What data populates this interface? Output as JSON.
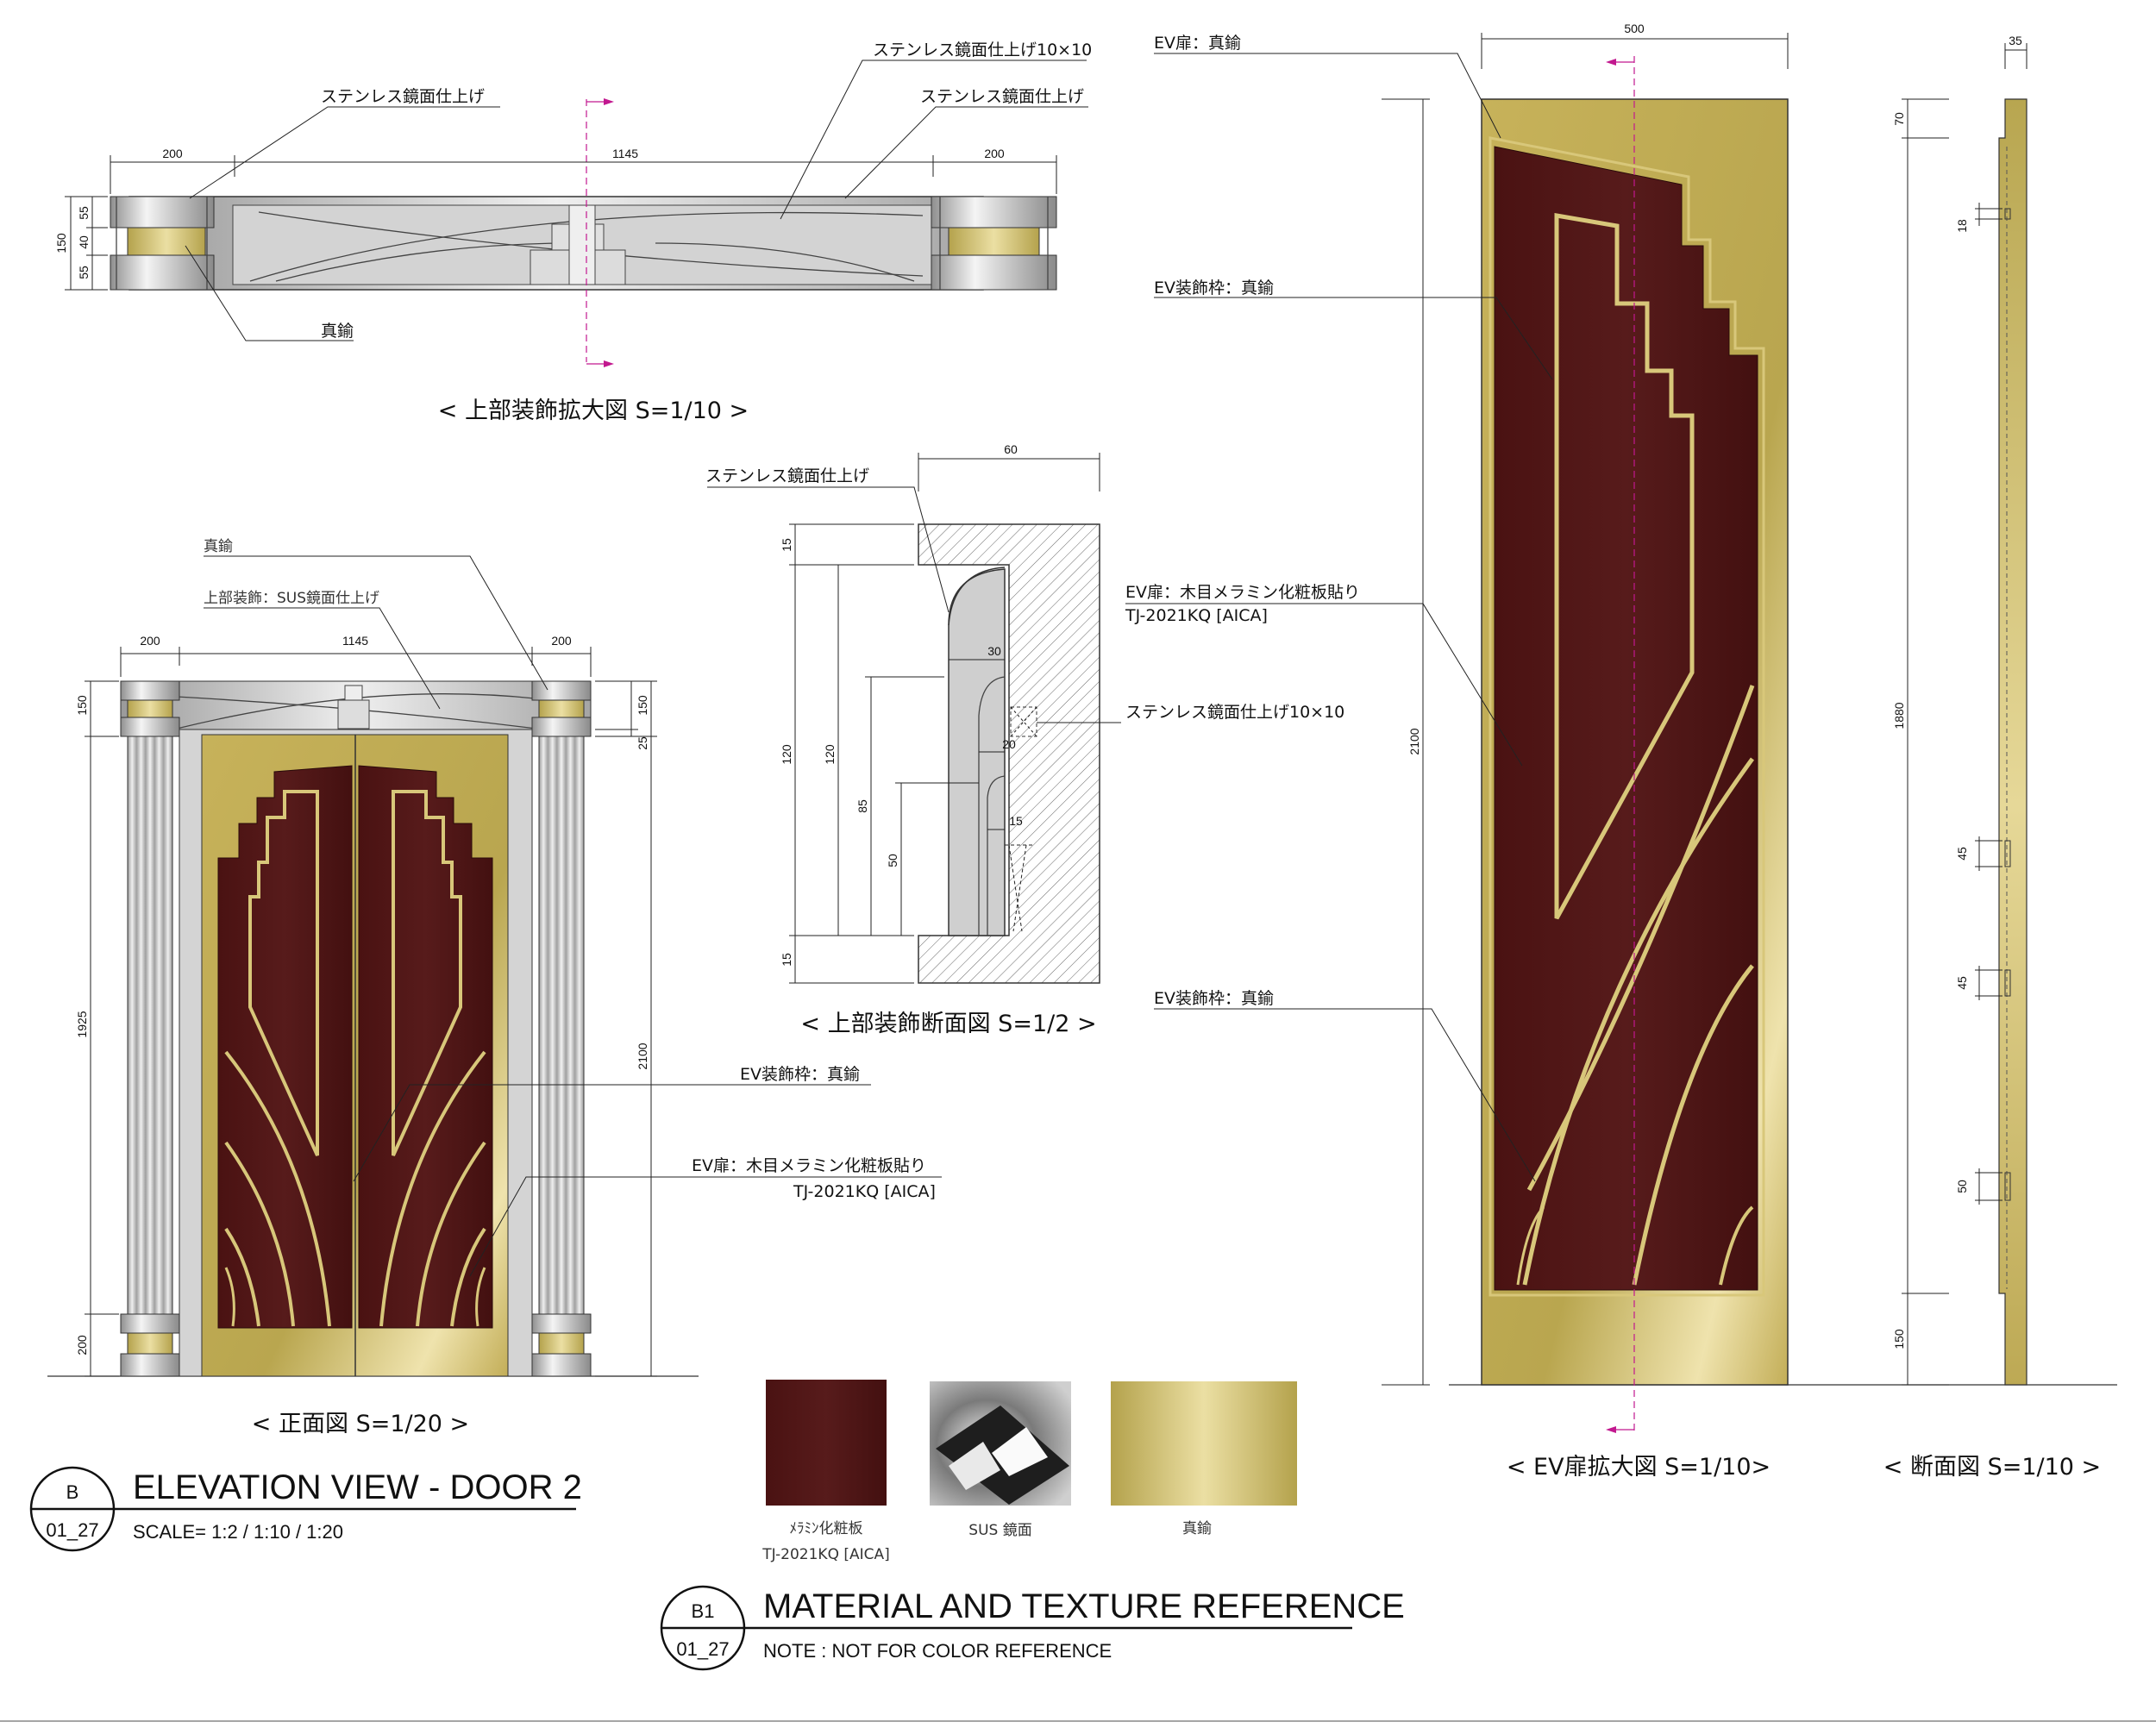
{
  "colors": {
    "wood": "#4e1414",
    "brass": "#c2b160",
    "brass_light": "#e8dc9d",
    "steel": "#c9c9c9",
    "steel_dark": "#8f8f8f",
    "line": "#222222",
    "leader": "#555555",
    "magenta": "#c2188f"
  },
  "top_detail": {
    "caption": "< 上部装飾拡大図 S=1/10 >",
    "labels": {
      "sus1": "ステンレス鏡面仕上げ",
      "sus_flat": "ステンレス鏡面仕上げ10×10",
      "sus2": "ステンレス鏡面仕上げ",
      "brass": "真鍮"
    },
    "dims": {
      "w_left": "200",
      "w_mid": "1145",
      "w_right": "200",
      "h_total": "150",
      "h1": "55",
      "h2": "40",
      "h3": "55"
    }
  },
  "front": {
    "caption": "< 正面図 S=1/20 >",
    "labels": {
      "brass": "真鍮",
      "upper": "上部装飾：SUS鏡面仕上げ",
      "frame": "EV装飾枠：真鍮",
      "door": "EV扉：木目メラミン化粧板貼り",
      "door_code": "TJ-2021KQ [AICA]"
    },
    "dims": {
      "w_left": "200",
      "w_mid": "1145",
      "w_right": "200",
      "h_top": "150",
      "h_top_r": "150",
      "h_gap": "25",
      "h_col": "1925",
      "h_base": "200",
      "h_total": "2100"
    }
  },
  "section": {
    "caption": "< 上部装飾断面図 S=1/2 >",
    "labels": {
      "sus": "ステンレス鏡面仕上げ",
      "sus_flat": "ステンレス鏡面仕上げ10×10"
    },
    "dims": {
      "w": "60",
      "h_top": "15",
      "h_main": "120",
      "h_inner": "120",
      "h_85": "85",
      "h_50": "50",
      "h_bot": "15",
      "r30": "30",
      "r20": "20",
      "r15": "15"
    }
  },
  "door_detail": {
    "caption": "< EV扉拡大図 S=1/10>",
    "labels": {
      "door": "EV扉：真鍮",
      "frame1": "EV装飾枠：真鍮",
      "panel": "EV扉：木目メラミン化粧板貼り",
      "panel_code": "TJ-2021KQ [AICA]",
      "frame2": "EV装飾枠：真鍮"
    },
    "dims": {
      "w": "500",
      "h": "2100"
    }
  },
  "cross_section": {
    "caption": "< 断面図 S=1/10 >",
    "dims": {
      "w": "35",
      "top": "70",
      "d18": "18",
      "main": "1880",
      "d45a": "45",
      "d45b": "45",
      "d50": "50",
      "bottom": "150"
    }
  },
  "title_block_1": {
    "tag_top": "B",
    "tag_bottom": "01_27",
    "title": "ELEVATION VIEW - DOOR 2",
    "scale": "SCALE= 1:2 / 1:10 / 1:20"
  },
  "title_block_2": {
    "tag_top": "B1",
    "tag_bottom": "01_27",
    "title": "MATERIAL AND TEXTURE REFERENCE",
    "note": "NOTE : NOT FOR COLOR REFERENCE"
  },
  "materials": [
    {
      "name": "ﾒﾗﾐﾝ化粧板",
      "code": "TJ-2021KQ [AICA]",
      "swatch": "wood"
    },
    {
      "name": "SUS 鏡面",
      "code": "",
      "swatch": "steel"
    },
    {
      "name": "真鍮",
      "code": "",
      "swatch": "brass"
    }
  ]
}
